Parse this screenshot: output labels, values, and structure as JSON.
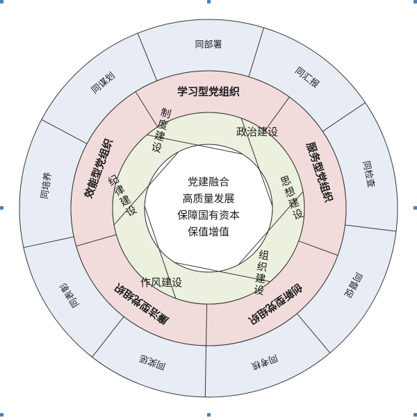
{
  "diagram": {
    "center": {
      "lines": [
        "党建融合",
        "高质量发展",
        "保障国有资本",
        "保值增值"
      ]
    },
    "inner_ring": {
      "items": [
        "政治建设",
        "思想建设",
        "组织建设",
        "作风建设",
        "纪律建设",
        "制度建设"
      ]
    },
    "middle_ring": {
      "items": [
        "学习型党组织",
        "服务型党组织",
        "创新型党组织",
        "廉洁型党组织",
        "效能型党组织"
      ]
    },
    "outer_ring": {
      "items": [
        "同谋划",
        "同部署",
        "同汇报",
        "同检查",
        "同督促",
        "同考核",
        "同奖惩",
        "同表彰",
        "同培养"
      ]
    },
    "colors": {
      "outer_fill": "#e8edf5",
      "middle_fill": "#f2dcdb",
      "inner_fill": "#ebf1de",
      "center_fill": "#ffffff",
      "stroke": "#333333",
      "handle": "#4f81bd"
    }
  }
}
